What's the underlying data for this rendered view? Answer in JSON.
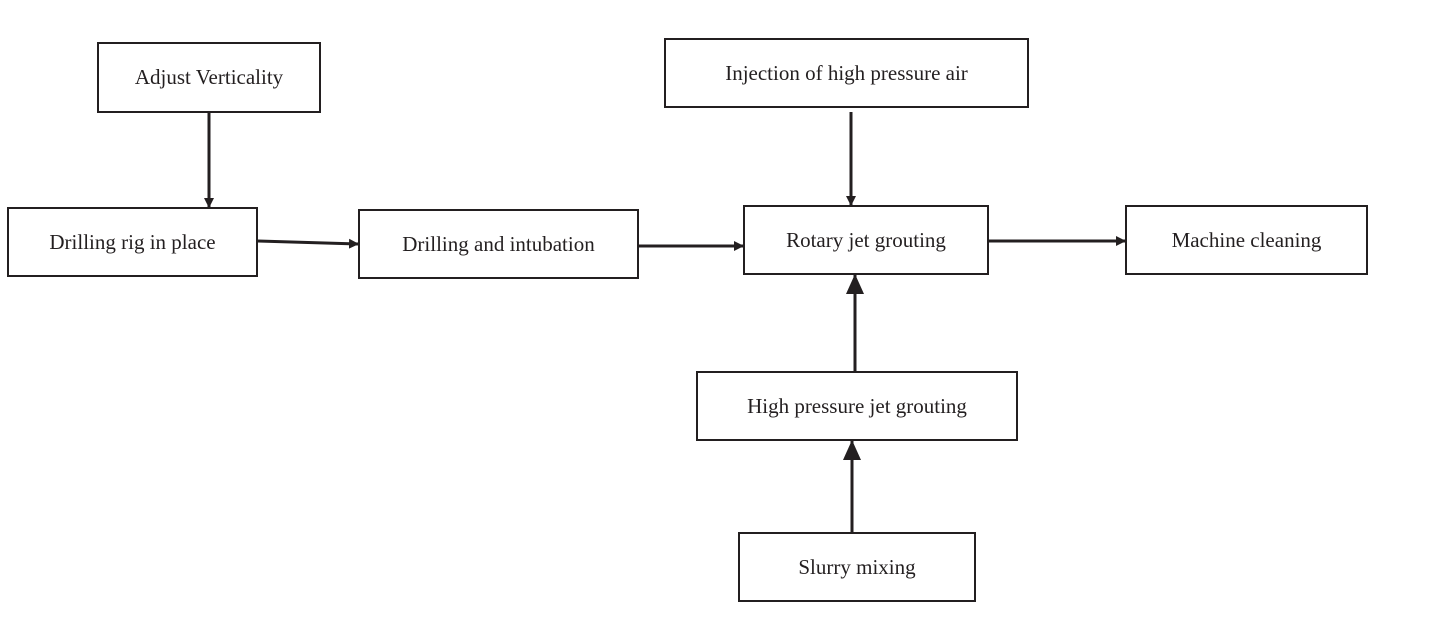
{
  "diagram": {
    "type": "flowchart",
    "colors": {
      "stroke": "#231f20",
      "text": "#231f20",
      "background": "#ffffff"
    },
    "nodes": {
      "adjust_verticality": "Adjust Verticality",
      "drilling_rig_in_place": "Drilling rig in place",
      "drilling_and_intubation": "Drilling and intubation",
      "injection_of_high_pressure_air": "Injection of high pressure air",
      "rotary_jet_grouting": "Rotary jet grouting",
      "machine_cleaning": "Machine cleaning",
      "high_pressure_jet_grouting": "High pressure jet grouting",
      "slurry_mixing": "Slurry mixing"
    },
    "edges": [
      {
        "from": "adjust_verticality",
        "to": "drilling_rig_in_place"
      },
      {
        "from": "drilling_rig_in_place",
        "to": "drilling_and_intubation"
      },
      {
        "from": "drilling_and_intubation",
        "to": "rotary_jet_grouting"
      },
      {
        "from": "injection_of_high_pressure_air",
        "to": "rotary_jet_grouting"
      },
      {
        "from": "rotary_jet_grouting",
        "to": "machine_cleaning"
      },
      {
        "from": "high_pressure_jet_grouting",
        "to": "rotary_jet_grouting"
      },
      {
        "from": "slurry_mixing",
        "to": "high_pressure_jet_grouting"
      }
    ]
  }
}
